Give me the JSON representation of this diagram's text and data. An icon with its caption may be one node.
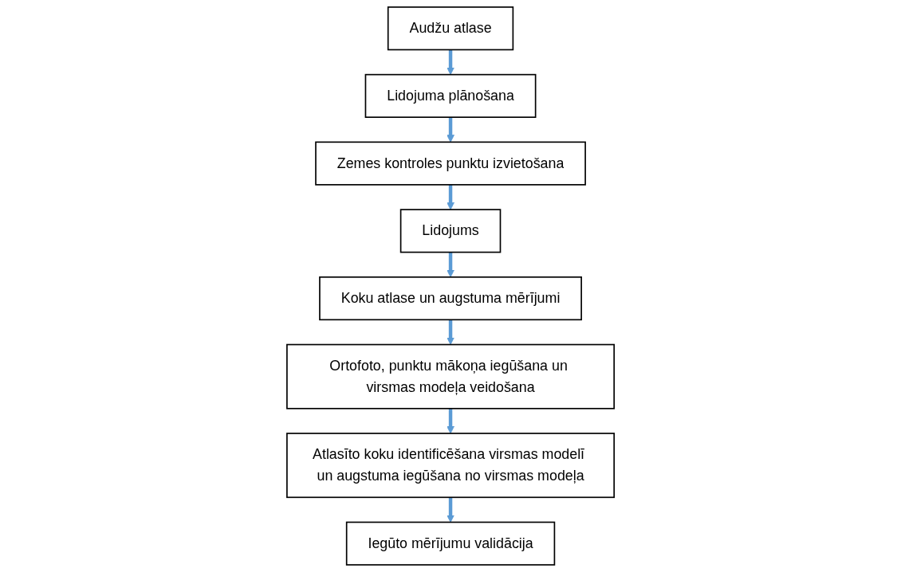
{
  "diagram": {
    "nodes": [
      {
        "text": [
          "Audžu atlase"
        ]
      },
      {
        "text": [
          "Lidojuma plānošana"
        ]
      },
      {
        "text": [
          "Zemes kontroles punktu izvietošana"
        ]
      },
      {
        "text": [
          "Lidojums"
        ]
      },
      {
        "text": [
          "Koku atlase un augstuma mērījumi"
        ]
      },
      {
        "text": [
          "Ortofoto, punktu mākoņa iegūšana un virsmas modeļa veidošana"
        ]
      },
      {
        "text": [
          "Atlasīto koku identificēšana virsmas modelī un augstuma iegūšana no virsmas modeļa"
        ]
      },
      {
        "text": [
          "Iegūto mērījumu validācija"
        ]
      }
    ],
    "edges": [
      {
        "from": 0,
        "to": 1,
        "arrow": "to"
      },
      {
        "from": 1,
        "to": 2,
        "arrow": "to"
      },
      {
        "from": 2,
        "to": 3,
        "arrow": "to"
      },
      {
        "from": 3,
        "to": 4,
        "arrow": "to"
      },
      {
        "from": 4,
        "to": 5,
        "arrow": "to"
      },
      {
        "from": 5,
        "to": 6,
        "arrow": "to"
      },
      {
        "from": 6,
        "to": 7,
        "arrow": "to"
      }
    ]
  }
}
